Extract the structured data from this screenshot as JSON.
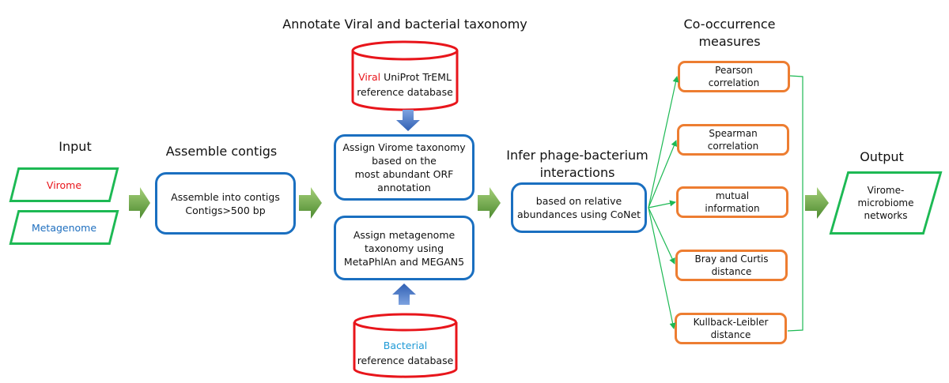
{
  "headings": {
    "input": "Input",
    "assemble": "Assemble contigs",
    "annotate": "Annotate Viral and bacterial taxonomy",
    "infer": "Infer phage-bacterium interactions",
    "cooccurrence": "Co-occurrence measures",
    "output": "Output"
  },
  "inputs": [
    {
      "label": "Virome",
      "color": "#e8151b"
    },
    {
      "label": "Metagenome",
      "color": "#1f6fbf"
    }
  ],
  "assemble_box": {
    "line1": "Assemble into contigs",
    "line2": "Contigs>500 bp"
  },
  "viral_db": {
    "highlight": "Viral",
    "line1_rest": " UniProt TrEML",
    "line2": "reference database"
  },
  "bacterial_db": {
    "highlight": "Bacterial",
    "line2": "reference database"
  },
  "virome_taxonomy_box": {
    "lines": [
      "Assign Virome taxonomy",
      "based on the",
      "most abundant ORF",
      "annotation"
    ]
  },
  "metagenome_taxonomy_box": {
    "lines": [
      "Assign metagenome",
      "taxonomy using",
      "MetaPhlAn and MEGAN5"
    ]
  },
  "infer_box": {
    "lines": [
      "based on relative",
      "abundances using CoNet"
    ]
  },
  "measures": [
    {
      "line1": "Pearson",
      "line2": "correlation"
    },
    {
      "line1": "Spearman",
      "line2": "correlation"
    },
    {
      "line1": "mutual",
      "line2": "information"
    },
    {
      "line1": "Bray and Curtis",
      "line2": "distance"
    },
    {
      "line1": "Kullback-Leibler",
      "line2": "distance"
    }
  ],
  "output_box": {
    "lines": [
      "Virome-",
      "microbiome",
      "networks"
    ]
  },
  "colors": {
    "process_border": "#1a6fc0",
    "measure_border": "#ed7d31",
    "io_border": "#1db954",
    "database_border": "#e8151b",
    "flow_arrow": "#6aa84f",
    "db_arrow": "#3d6fc4",
    "connector": "#1db954"
  }
}
